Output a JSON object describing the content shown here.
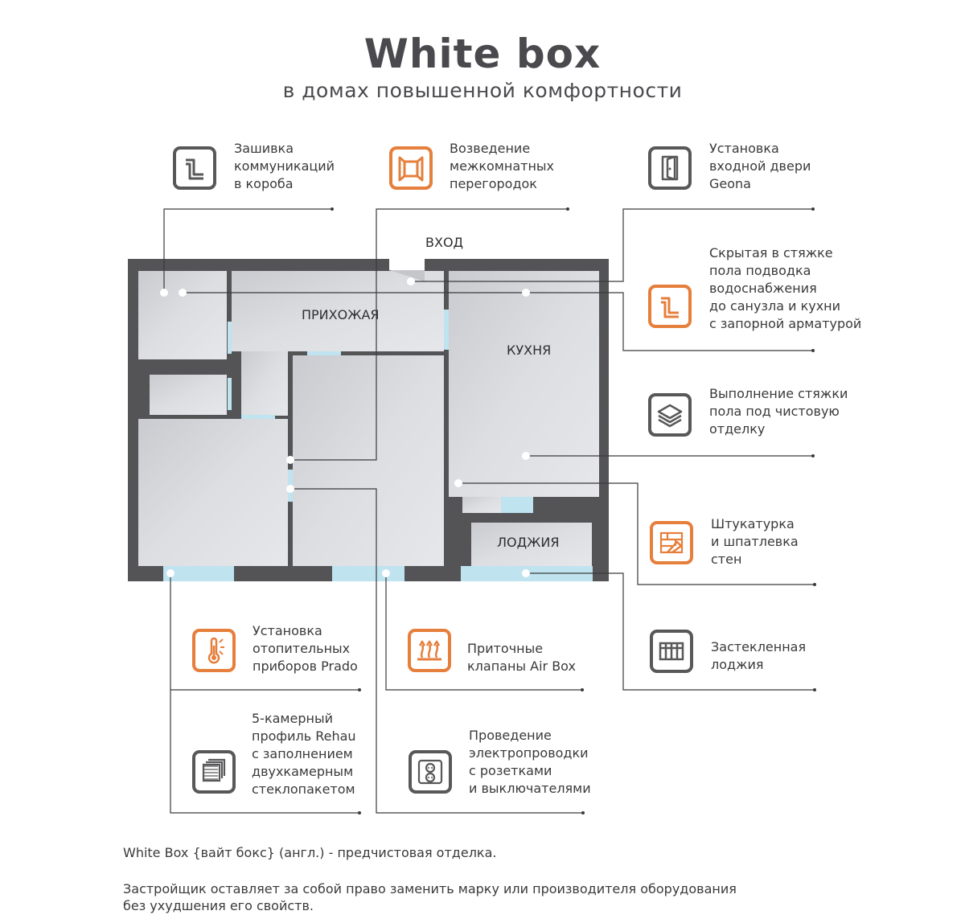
{
  "header": {
    "title": "White box",
    "subtitle": "в домах повышенной комфортности"
  },
  "rooms": {
    "entrance": "ВХОД",
    "hallway": "ПРИХОЖАЯ",
    "kitchen": "КУХНЯ",
    "loggia": "ЛОДЖИЯ"
  },
  "features": [
    {
      "id": "boxing",
      "label": "Зашивка\nкоммуникаций\nв короба",
      "icon": "pipe-icon",
      "color": "gray"
    },
    {
      "id": "partitions",
      "label": "Возведение\nмежкомнатных\nперегородок",
      "icon": "wall-icon",
      "color": "orange"
    },
    {
      "id": "door",
      "label": "Установка\nвходной двери\nGeona",
      "icon": "door-icon",
      "color": "gray"
    },
    {
      "id": "plumbing",
      "label": "Скрытая в стяжке\nпола подводка\nводоснабжения\nдо санузла и кухни\nс запорной арматурой",
      "icon": "pipe-icon",
      "color": "orange"
    },
    {
      "id": "screed",
      "label": "Выполнение стяжки\nпола под чистовую\nотделку",
      "icon": "layers-icon",
      "color": "gray"
    },
    {
      "id": "plaster",
      "label": "Штукатурка\nи шпатлевка\nстен",
      "icon": "trowel-icon",
      "color": "orange"
    },
    {
      "id": "glazing",
      "label": "Застекленная\nлоджия",
      "icon": "window-icon",
      "color": "gray"
    },
    {
      "id": "heating",
      "label": "Установка\nотопительных\nприборов Prado",
      "icon": "thermometer-icon",
      "color": "orange"
    },
    {
      "id": "valves",
      "label": "Приточные\nклапаны Air Box",
      "icon": "airflow-icon",
      "color": "orange"
    },
    {
      "id": "profile",
      "label": "5-камерный\nпрофиль Rehau\nс заполнением\nдвухкамерным\nстеклопакетом",
      "icon": "glass-layers-icon",
      "color": "gray"
    },
    {
      "id": "wiring",
      "label": "Проведение\nэлектропроводки\nс розетками\nи выключателями",
      "icon": "socket-icon",
      "color": "gray"
    }
  ],
  "notes": {
    "definition": "White Box {вайт бокс} (англ.) - предчистовая отделка.",
    "disclaimer": "Застройщик оставляет за собой право заменить марку или производителя оборудования\nбез ухудшения его свойств."
  },
  "colors": {
    "text": "#3c3c3e",
    "accent_orange": "#e67f3c",
    "icon_gray": "#58585a",
    "wall": "#545457",
    "floor": "#d3d5d9",
    "window": "#bfe3ef"
  }
}
